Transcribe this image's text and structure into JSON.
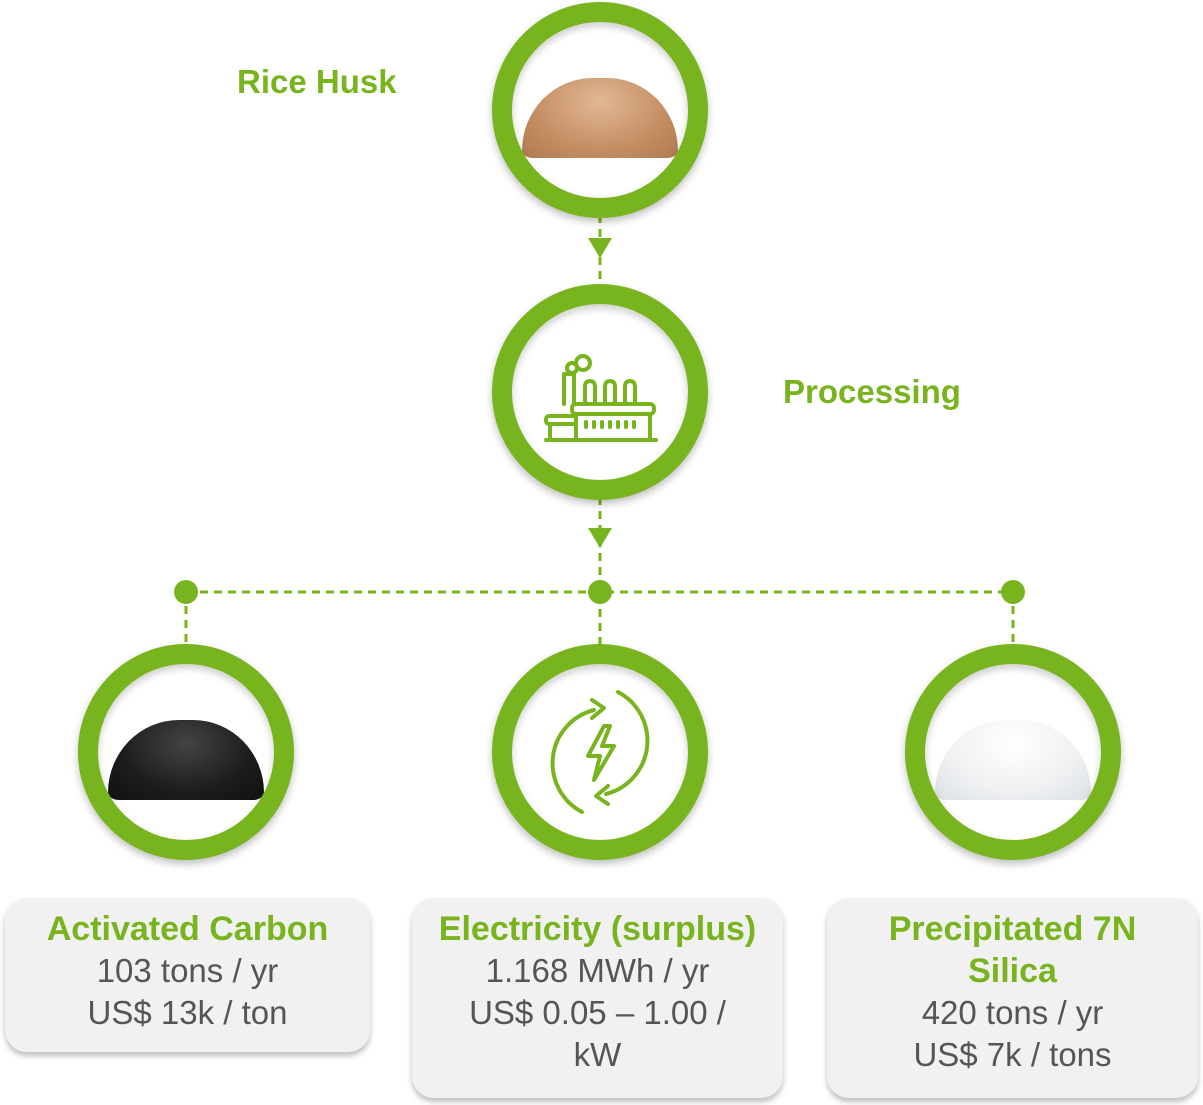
{
  "colors": {
    "accent": "#78b41e",
    "text": "#555555",
    "box": "#f1f1f1"
  },
  "top": {
    "label": "Rice Husk",
    "icon": "rice-husk-pile-image"
  },
  "processing": {
    "label": "Processing",
    "icon": "factory-icon"
  },
  "outputs": [
    {
      "title": "Activated Carbon",
      "lines": [
        "103 tons / yr",
        "US$ 13k / ton"
      ],
      "icon": "activated-carbon-pile-image"
    },
    {
      "title": "Electricity (surplus)",
      "lines": [
        "1.168 MWh / yr",
        "US$ 0.05 – 1.00 /",
        "kW"
      ],
      "icon": "electricity-cycle-icon"
    },
    {
      "title": "Precipitated 7N Silica",
      "lines": [
        "420 tons / yr",
        "US$ 7k / tons"
      ],
      "icon": "silica-pile-image"
    }
  ]
}
